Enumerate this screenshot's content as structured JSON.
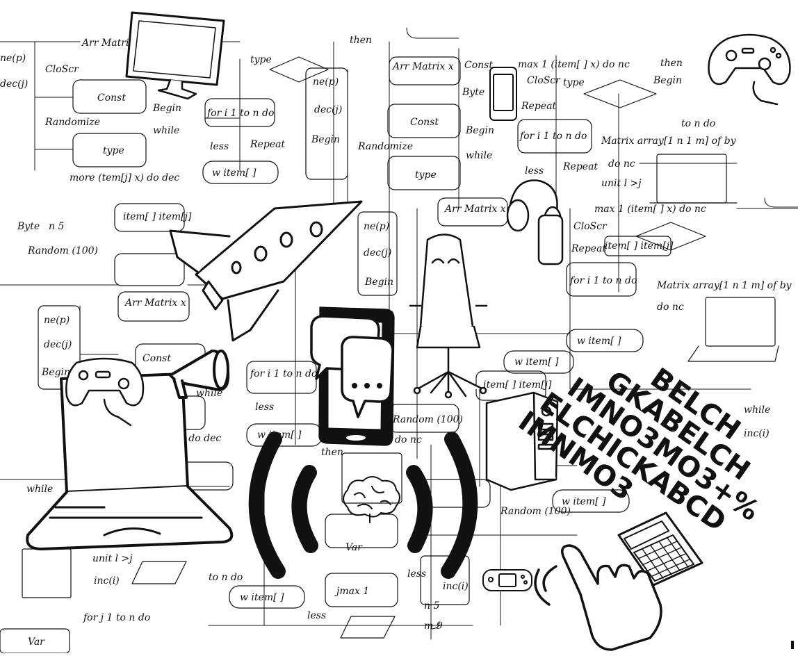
{
  "palette": {
    "ink": "#111111",
    "paper": "#ffffff"
  },
  "icons": [
    "monitor-icon",
    "gamepad-icon",
    "rocket-icon",
    "smartphone-icon",
    "chat-bubble-icon",
    "broadcast-waves-icon",
    "brain-icon",
    "headphones-icon",
    "gaming-chair-icon",
    "desktop-tower-icon",
    "laptop-icon",
    "megaphone-icon",
    "calculator-icon",
    "pointing-hand-icon",
    "handheld-console-icon"
  ],
  "code_labels": {
    "arr_matrix": "Arr Matrix x",
    "const": "Const",
    "type": "type",
    "randomize": "Randomize",
    "begin": "Begin",
    "while": "while",
    "repeat": "Repeat",
    "less": "less",
    "ne_p": "ne(p)",
    "dec_j": "dec(j)",
    "for_loop": "for i 1 to n do",
    "w_item": "w item[ ]",
    "item_pair": "item[ ] item[j]",
    "more_item": "more (tem[j] x) do dec",
    "max_item": "max 1 (item[ ] x) do nc",
    "then": "then",
    "matrix_array": "Matrix array[1 n 1 m] of by",
    "random_100": "Random (100)",
    "jmax": "jmax 1",
    "var": "Var",
    "unit": "unit l >j",
    "inc_i": "inc(i)",
    "n5": "n 5",
    "m9": "m 9",
    "byte": "Byte",
    "do_nc": "do nc",
    "to_n_do": "to n do",
    "for_j": "for j 1 to n do",
    "closer": "CloScr"
  },
  "letters": {
    "row1": "BELCH",
    "row2": "GKABELCH",
    "row3": "IMNO3MO3+%",
    "row4": "ELCHICKABCD",
    "row5": "IMNMO3"
  }
}
